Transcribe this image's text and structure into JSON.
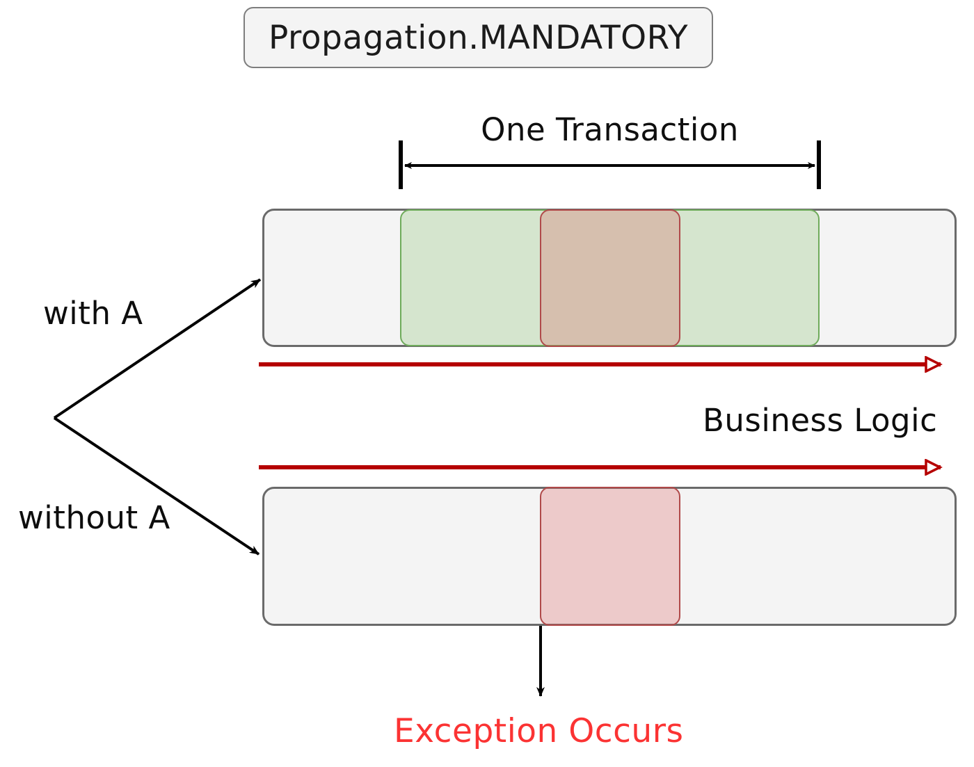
{
  "diagram": {
    "title": "Propagation.MANDATORY",
    "background_color": "#ffffff",
    "labels": {
      "transaction_span": "One Transaction",
      "branch_with": "with A",
      "branch_without": "without A",
      "business_logic": "Business Logic",
      "exception": "Exception Occurs"
    },
    "colors": {
      "title_chip_fill": "#f4f4f4",
      "title_chip_border": "#7d7d7d",
      "bar_fill": "#f4f4f4",
      "bar_border": "#6a6a6a",
      "segment_green_fill": "#d8ead0",
      "segment_green_border": "#6fab5b",
      "segment_red_fill": "#f6d2d2",
      "segment_red_border": "#b04a4a",
      "flow_arrow": "#b50000",
      "exception_text": "#fb3333",
      "arrow_black": "#000000"
    },
    "rows": [
      {
        "name": "with-A",
        "branch_label": "with A",
        "segments": [
          {
            "kind": "neutral"
          },
          {
            "kind": "transaction-green"
          },
          {
            "kind": "exception-red"
          }
        ]
      },
      {
        "name": "without-A",
        "branch_label": "without A",
        "segments": [
          {
            "kind": "neutral"
          },
          {
            "kind": "exception-red"
          }
        ]
      }
    ],
    "flow_arrows": [
      {
        "name": "business-logic-arrow-top"
      },
      {
        "name": "business-logic-arrow-bottom"
      }
    ]
  }
}
